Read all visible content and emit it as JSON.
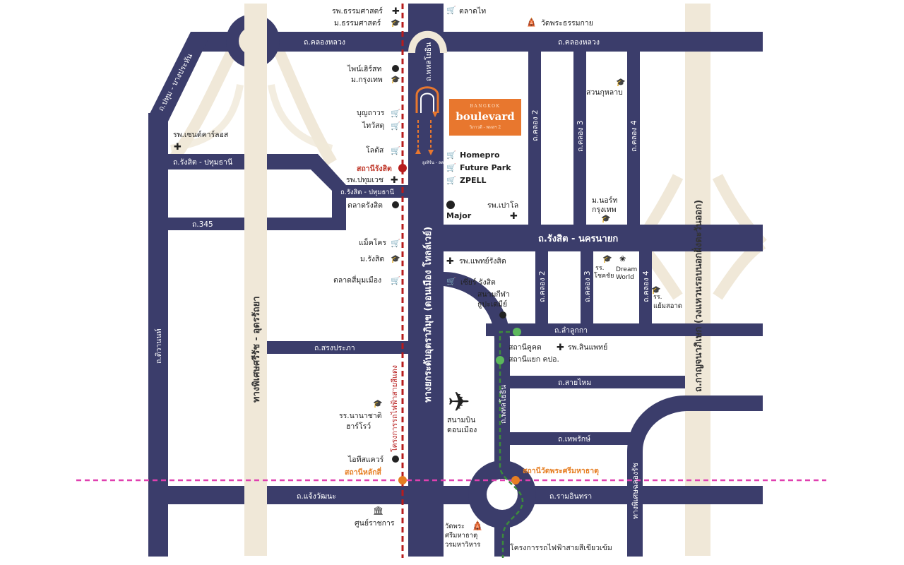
{
  "colors": {
    "road": "#3b3d6b",
    "expressway": "#f0e8d8",
    "red_line": "#b71c1c",
    "pink_line": "#e040b0",
    "green_line": "#3c8a3c",
    "brand": "#e8772e"
  },
  "brand": {
    "small": "BANGKOK",
    "main": "boulevard",
    "sub": "วิภาวดี - พหลฯ 2"
  },
  "roads": {
    "klong_luang_1": "ถ.คลองหลวง",
    "klong_luang_2": "ถ.คลองหลวง",
    "pathum_bang_pun": "ถ.ปทุม - บางประหัน",
    "rangsit_pathum_1": "ถ.รังสิต - ปทุมธานี",
    "rangsit_pathum_2": "ถ.รังสิต - ปทุมธานี",
    "r345": "ถ.345",
    "phahon_top": "ถ.พหลโยธิน",
    "phahon_bottom": "ถ.พหลโยธิน",
    "rangsit_nakhon": "ถ.รังสิต - นครนายก",
    "klong2_top": "ถ.คลอง 2",
    "klong3_top": "ถ.คลอง 3",
    "klong4_top": "ถ.คลอง 4",
    "klong2_bot": "ถ.คลอง 2",
    "klong3_bot": "ถ.คลอง 3",
    "klong4_bot": "ถ.คลอง 4",
    "lamlukka": "ถ.ลำลูกกา",
    "songprapa": "ถ.สรงประภา",
    "saimai": "ถ.สายไหม",
    "tewarak": "ถ.เทพรักษ์",
    "tiwanon": "ถ.ติวานนท์",
    "ramindra": "ถ.รามอินทรา",
    "chaengwattana": "ถ.แจ้งวัฒนะ",
    "kanchana": "ถ.กาญจนาภิเษก (วงแหวนรอบนอกฝั่งตะวันออก)",
    "don_mueang_tollway": "ทางยกระดับอุตราภิมุข (ดอนเมือง โทลล์เวย์)",
    "srirat_udon": "ทางพิเศษศรีรัช - อุดรรัถยา",
    "chalongrat": "ทางพิเศษฉลองรัช",
    "u_turn_label": "ยูเทิร์น - ลด ทางด่วน"
  },
  "landmarks": {
    "thammasat_hosp": "รพ.ธรรมศาสตร์",
    "thammasat_uni": "ม.ธรรมศาสตร์",
    "talad_thai": "ตลาดไท",
    "wat_dhammakaya": "วัดพระธรรมกาย",
    "bangkok_uni": "ม.กรุงเทพ",
    "pine_resort": "ไพน์เฮิร์สท",
    "boonthavorn": "บุญถาวร",
    "thaiwatsadu": "ไทวัสดุ",
    "lotus": "โลตัส",
    "saint_carlos": "รพ.เซนต์คาร์ลอส",
    "suan_kularb": "สวนกุหลาบ",
    "homepro": "Homepro",
    "future_park": "Future Park",
    "zpell": "ZPELL",
    "paolo": "รพ.เปาโล",
    "major": "Major",
    "north_bkk_1": "ม.นอร์ท",
    "north_bkk_2": "กรุงเทพ",
    "pathumvej": "รพ.ปทุมเวช",
    "talad_rangsit": "ตลาดรังสิต",
    "makro": "แม็คโคร",
    "rangsit_uni": "ม.รังสิต",
    "talad_simummueang": "ตลาดสี่มุมเมือง",
    "phaet_rangsit": "รพ.แพทย์รังสิต",
    "seer_rangsit": "เซียร์ รังสิต",
    "dreamworld_1": "Dream",
    "dreamworld_2": "World",
    "school_1": "รร.",
    "school_2": "โชคชัย",
    "yamsaard_1": "รร.",
    "yamsaard_2": "แย้มสอาด",
    "stadium_1": "สนามกีฬา",
    "stadium_2": "ธูปะเตมีย์",
    "sinphaet": "รพ.สินแพทย์",
    "airport_1": "สนามบิน",
    "airport_2": "ดอนเมือง",
    "nanachat_1": "รร.นานาชาติ",
    "nanachat_2": "ฮาร์โรว์",
    "it_square": "ไอทีสแควร์",
    "govt_center": "ศูนย์ราชการ",
    "wat_mahathat_1": "วัดพระ",
    "wat_mahathat_2": "ศรีมหาธาตุ",
    "wat_mahathat_3": "วรมหาวิหาร"
  },
  "stations": {
    "rangsit": "สถานีรังสิต",
    "lak_si": "สถานีหลักสี่",
    "wat_phra_sri": "สถานีวัดพระศรีมหาธาตุ",
    "khu_khot": "สถานีคูคต",
    "yaek_kor_por_aor": "สถานีแยก คปอ.",
    "red_line_project": "โครงการรถไฟฟ้าสายสีแดง",
    "green_line_project": "โครงการรถไฟฟ้าสายสีเขียวเข้ม"
  }
}
